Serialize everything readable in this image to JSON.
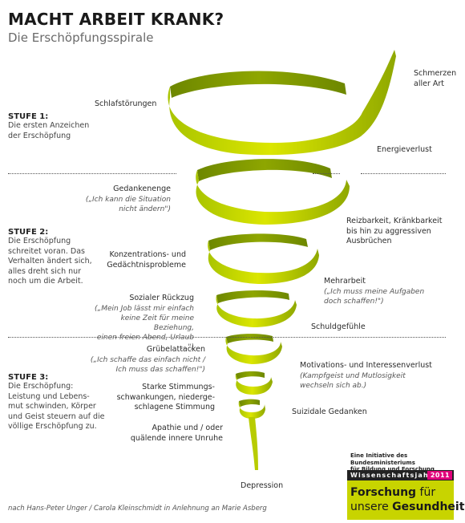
{
  "header": {
    "title": "MACHT ARBEIT KRANK?",
    "subtitle": "Die Erschöpfungsspirale"
  },
  "stages": [
    {
      "title": "STUFE 1:",
      "desc": [
        "Die ersten Anzeichen",
        "der Erschöpfung"
      ]
    },
    {
      "title": "STUFE 2:",
      "desc": [
        "Die Erschöpfung",
        "schreitet voran. Das",
        "Verhalten ändert sich,",
        "alles dreht sich nur",
        "noch um die Arbeit."
      ]
    },
    {
      "title": "STUFE 3:",
      "desc": [
        "Die Erschöpfung:",
        "Leistung und Lebens-",
        "mut schwinden, Körper",
        "und Geist steuern auf die",
        "völlige Erschöpfung zu."
      ]
    }
  ],
  "labels": {
    "schlafstoerungen": "Schlafstörungen",
    "schmerzen": [
      "Schmerzen",
      "aller Art"
    ],
    "energieverlust": "Energieverlust",
    "gedankenenge": "Gedankenenge",
    "gedankenenge_quote": [
      "(„Ich kann die Situation",
      "nicht ändern\")"
    ],
    "reizbarkeit": [
      "Reizbarkeit, Kränkbarkeit",
      "bis hin zu aggressiven",
      "Ausbrüchen"
    ],
    "konzentration": [
      "Konzentrations- und",
      "Gedächtnisprobleme"
    ],
    "mehrarbeit": "Mehrarbeit",
    "mehrarbeit_quote": [
      "(„Ich muss meine Aufgaben",
      "doch schaffen!\")"
    ],
    "sozialer_rueckzug": "Sozialer Rückzug",
    "rueckzug_quote": [
      "(„Mein Job lässt mir einfach",
      "keine Zeit für meine Beziehung,",
      "einen freien Abend, Urlaub ...\")"
    ],
    "schuldgefuehle": "Schuldgefühle",
    "gruebelattacken": "Grübelattacken",
    "gruebel_quote": [
      "(„Ich schaffe das einfach nicht /",
      "Ich muss das schaffen!\")"
    ],
    "motivation": "Motivations- und Interessenverlust",
    "motivation_quote": [
      "(Kampfgeist und Mutlosigkeit",
      "wechseln sich ab.)"
    ],
    "stimmung": [
      "Starke Stimmungs-",
      "schwankungen, niederge-",
      "schlagene Stimmung"
    ],
    "suizidal": "Suizidale Gedanken",
    "apathie": [
      "Apathie und / oder",
      "quälende innere Unruhe"
    ],
    "depression": "Depression"
  },
  "credit": "nach Hans-Peter Unger / Carola Kleinschmidt in Anlehnung an Marie Asberg",
  "logo": {
    "initiative": [
      "Eine Initiative des Bundesministeriums",
      "für Bildung und Forschung"
    ],
    "wissenschaftsjahr": "Wissenschaftsjahr",
    "year": "2011",
    "line1_bold": "Forschung",
    "line1_rest": " für",
    "line2_rest": "unsere ",
    "line2_bold": "Gesundheit"
  },
  "colors": {
    "spiral_light": "#d4e000",
    "spiral_mid": "#a9bf00",
    "spiral_dark": "#6f8a00",
    "logo_green": "#c8d400",
    "logo_magenta": "#e0007a"
  }
}
